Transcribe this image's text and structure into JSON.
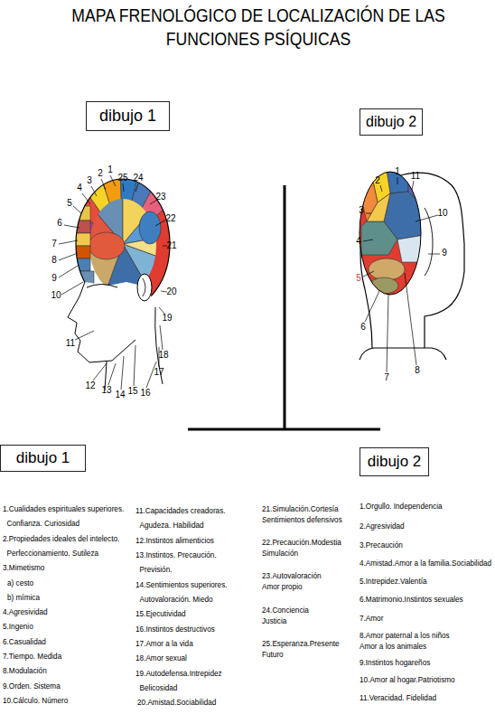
{
  "diagram": {
    "title": "MAPA FRENOLÓGICO DE LOCALIZACIÓN DE LAS FUNCIONES PSÍQUICAS",
    "nodes": [
      {
        "text": [
          "dibujo 1"
        ]
      },
      {
        "text": [
          "dibujo 2"
        ]
      },
      {
        "text": [
          "dibujo 1"
        ]
      },
      {
        "text": [
          "dibujo 2"
        ]
      }
    ],
    "labels": [
      "1",
      "2",
      "3",
      "4",
      "5",
      "6",
      "7",
      "8",
      "9",
      "10",
      "11",
      "12",
      "13",
      "14",
      "15",
      "16",
      "17",
      "18",
      "19",
      "20",
      "21",
      "22",
      "23",
      "24",
      "25",
      "1",
      "2",
      "3",
      "4",
      "5",
      "6",
      "7",
      "8",
      "9",
      "10",
      "11",
      "1.Cualidades espirituales superiores. Confianza. Curiosidad",
      "2.Propiedades ideales del intelecto. Perfeccionamiento. Sutileza",
      "3.Mimetismo",
      "a) cesto",
      "b) mímica",
      "4.Agresividad",
      "5.Ingenio",
      "6.Casualidad",
      "7.Tiempo. Medida",
      "8.Modulación",
      "9.Orden. Sistema",
      "10.Cálculo. Número",
      "11.Capacidades creadoras. Agudeza. Habilidad",
      "12.Instintos alimenticios",
      "13.Instintos. Precaución. Previsión.",
      "14.Sentimientos superiores. Autovaloración. Miedo",
      "15.Ejecutividad",
      "16.Instintos destructivos",
      "17.Amor a la vida",
      "18.Amor sexual",
      "19.Autodefensa.Intrepidez Belicosidad",
      "20.Amistad.Sociabilidad",
      "21.Simulación.Cortesía Sentimientos defensivos",
      "22.Precaución.Modestia Simulación",
      "23.Autovaloración Amor propio",
      "24.Conciencia Justicia",
      "25.Esperanza.Presente Futuro",
      "1.Orgullo. Independencia",
      "2.Agresividad",
      "3.Precaución",
      "4.Amistad.Amor a la familia.Sociabilidad",
      "5.Intrepidez.Valentía",
      "6.Matrimonio.Instintos sexuales",
      "7.Amor",
      "8.Amor paternal a los niños Amor a los animales",
      "9.Instintos hogareños",
      "10.Amor al hogar.Patriotismo",
      "11.Veracidad. Fidelidad"
    ]
  }
}
